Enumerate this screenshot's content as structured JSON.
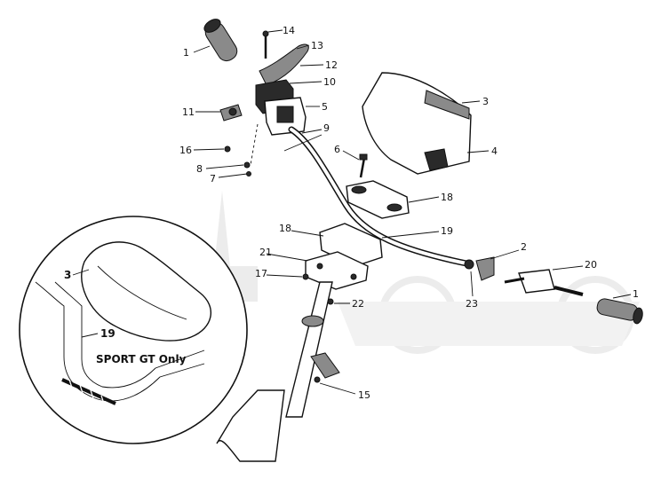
{
  "diagram": {
    "callouts": [
      {
        "id": "c1a",
        "text": "1"
      },
      {
        "id": "c14",
        "text": "14"
      },
      {
        "id": "c13",
        "text": "13"
      },
      {
        "id": "c12",
        "text": "12"
      },
      {
        "id": "c10",
        "text": "10"
      },
      {
        "id": "c5",
        "text": "5"
      },
      {
        "id": "c11",
        "text": "11"
      },
      {
        "id": "c9",
        "text": "9"
      },
      {
        "id": "c16",
        "text": "16"
      },
      {
        "id": "c8",
        "text": "8"
      },
      {
        "id": "c7",
        "text": "7"
      },
      {
        "id": "c6",
        "text": "6"
      },
      {
        "id": "c3",
        "text": "3"
      },
      {
        "id": "c4",
        "text": "4"
      },
      {
        "id": "c18a",
        "text": "18"
      },
      {
        "id": "c18b",
        "text": "18"
      },
      {
        "id": "c19",
        "text": "19"
      },
      {
        "id": "c2",
        "text": "2"
      },
      {
        "id": "c21",
        "text": "21"
      },
      {
        "id": "c20",
        "text": "20"
      },
      {
        "id": "c17",
        "text": "17"
      },
      {
        "id": "c1b",
        "text": "1"
      },
      {
        "id": "c23",
        "text": "23"
      },
      {
        "id": "c22",
        "text": "22"
      },
      {
        "id": "c15",
        "text": "15"
      }
    ],
    "inset": {
      "callout_3": "3",
      "callout_19": "19",
      "caption": "SPORT GT Only"
    }
  }
}
